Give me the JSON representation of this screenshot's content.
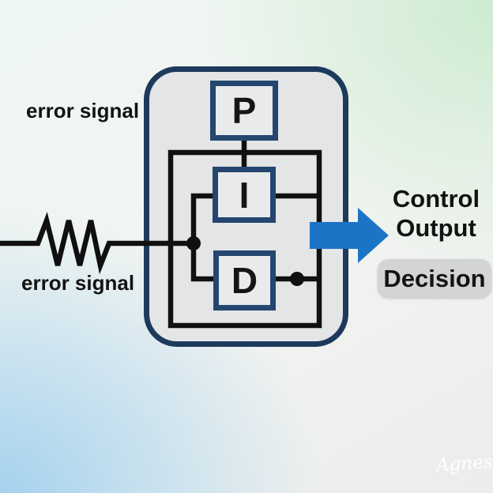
{
  "diagram": {
    "input_labels": {
      "top": "error signal",
      "bottom": "error signal"
    },
    "blocks": [
      {
        "label": "P"
      },
      {
        "label": "I"
      },
      {
        "label": "D"
      }
    ],
    "output": {
      "line1": "Control",
      "line2": "Output",
      "badge": "Decision"
    },
    "watermark": "Agnes",
    "colors": {
      "container_border": "#1d3a5c",
      "container_fill": "#e4e5e6",
      "block_border": "#24466f",
      "block_fill": "#e9eaeb",
      "wire": "#101010",
      "arrow": "#1b74c6",
      "badge_fill": "#d3d4d6",
      "bg_top_right": "#cdebd0",
      "bg_bottom_left": "#a5d2ee"
    }
  }
}
